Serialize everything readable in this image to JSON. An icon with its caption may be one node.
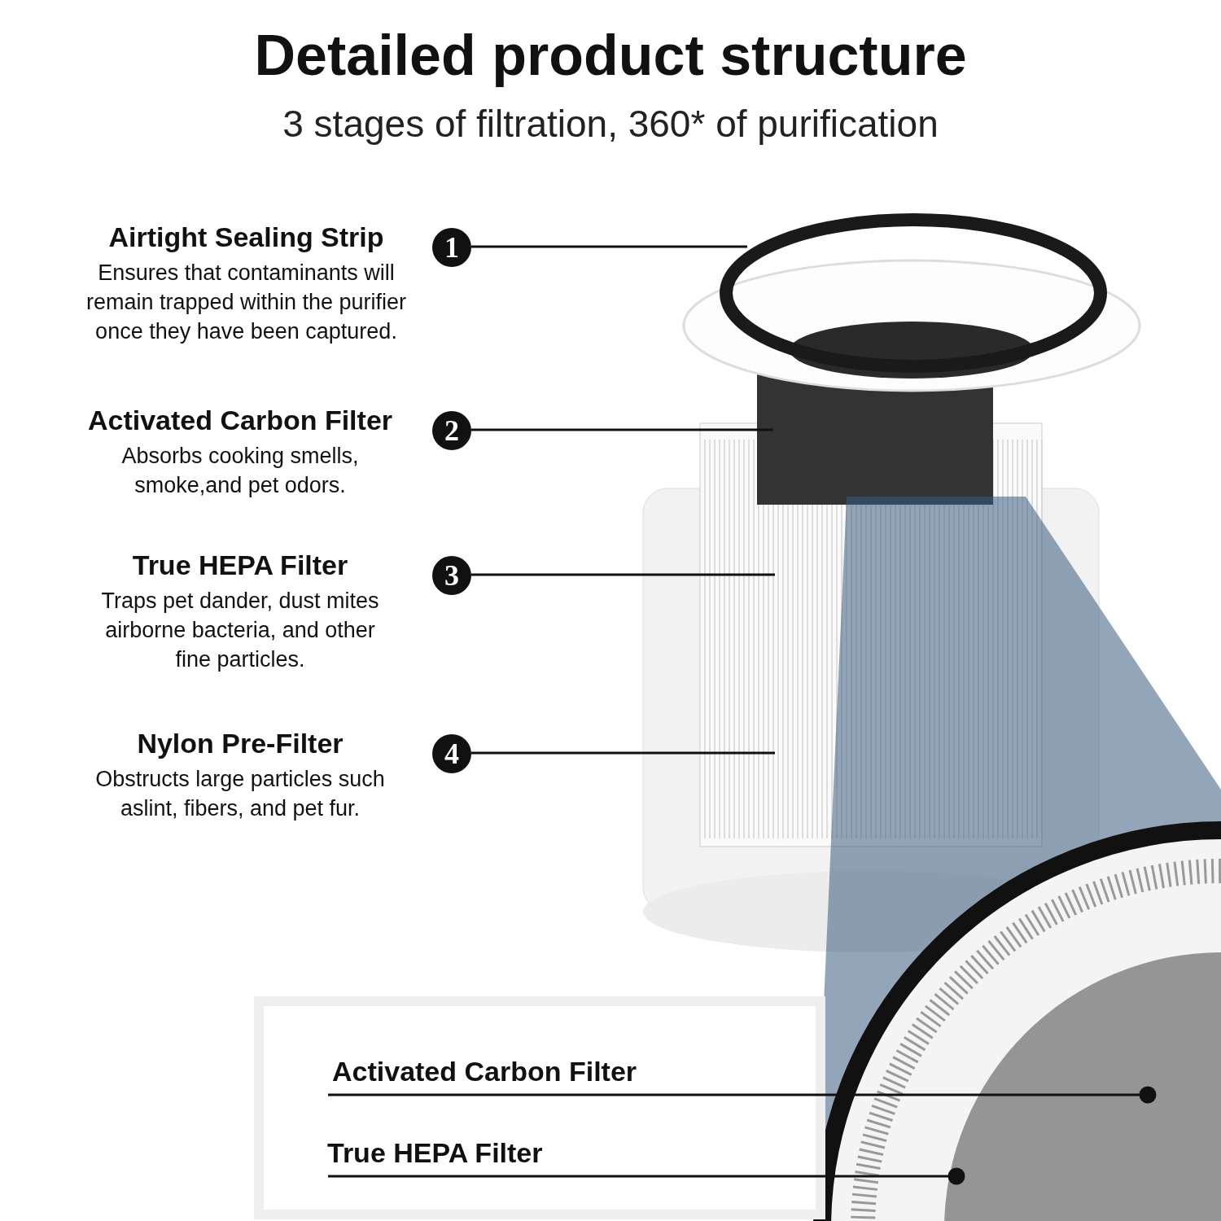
{
  "diagram": {
    "title": "Detailed product structure",
    "caption": "3 stages of filtration, 360* of purification",
    "nodes": [
      {
        "text": [
          "Airtight Sealing Strip",
          "Ensures that contaminants will remain trapped within the purifier once they have been captured."
        ]
      },
      {
        "text": [
          "1"
        ]
      },
      {
        "text": [
          "Activated Carbon Filter",
          "Absorbs cooking smells, smoke,and pet odors."
        ]
      },
      {
        "text": [
          "2"
        ]
      },
      {
        "text": [
          "True HEPA Filter",
          "Traps pet dander, dust mites airborne bacteria, and other fine particles."
        ]
      },
      {
        "text": [
          "3"
        ]
      },
      {
        "text": [
          "Nylon Pre-Filter",
          "Obstructs large particles such aslint, fibers, and pet fur."
        ]
      },
      {
        "text": [
          "4"
        ]
      },
      {
        "text": [
          "Activated Carbon Filter"
        ]
      },
      {
        "text": [
          "True HEPA Filter"
        ]
      }
    ],
    "edges": [
      {
        "from": 1,
        "to": null,
        "arrow": "none"
      },
      {
        "from": 3,
        "to": null,
        "arrow": "none"
      },
      {
        "from": 5,
        "to": null,
        "arrow": "none"
      },
      {
        "from": 7,
        "to": null,
        "arrow": "none"
      },
      {
        "from": 8,
        "to": null,
        "arrow": "other"
      },
      {
        "from": 9,
        "to": null,
        "arrow": "other"
      }
    ]
  }
}
